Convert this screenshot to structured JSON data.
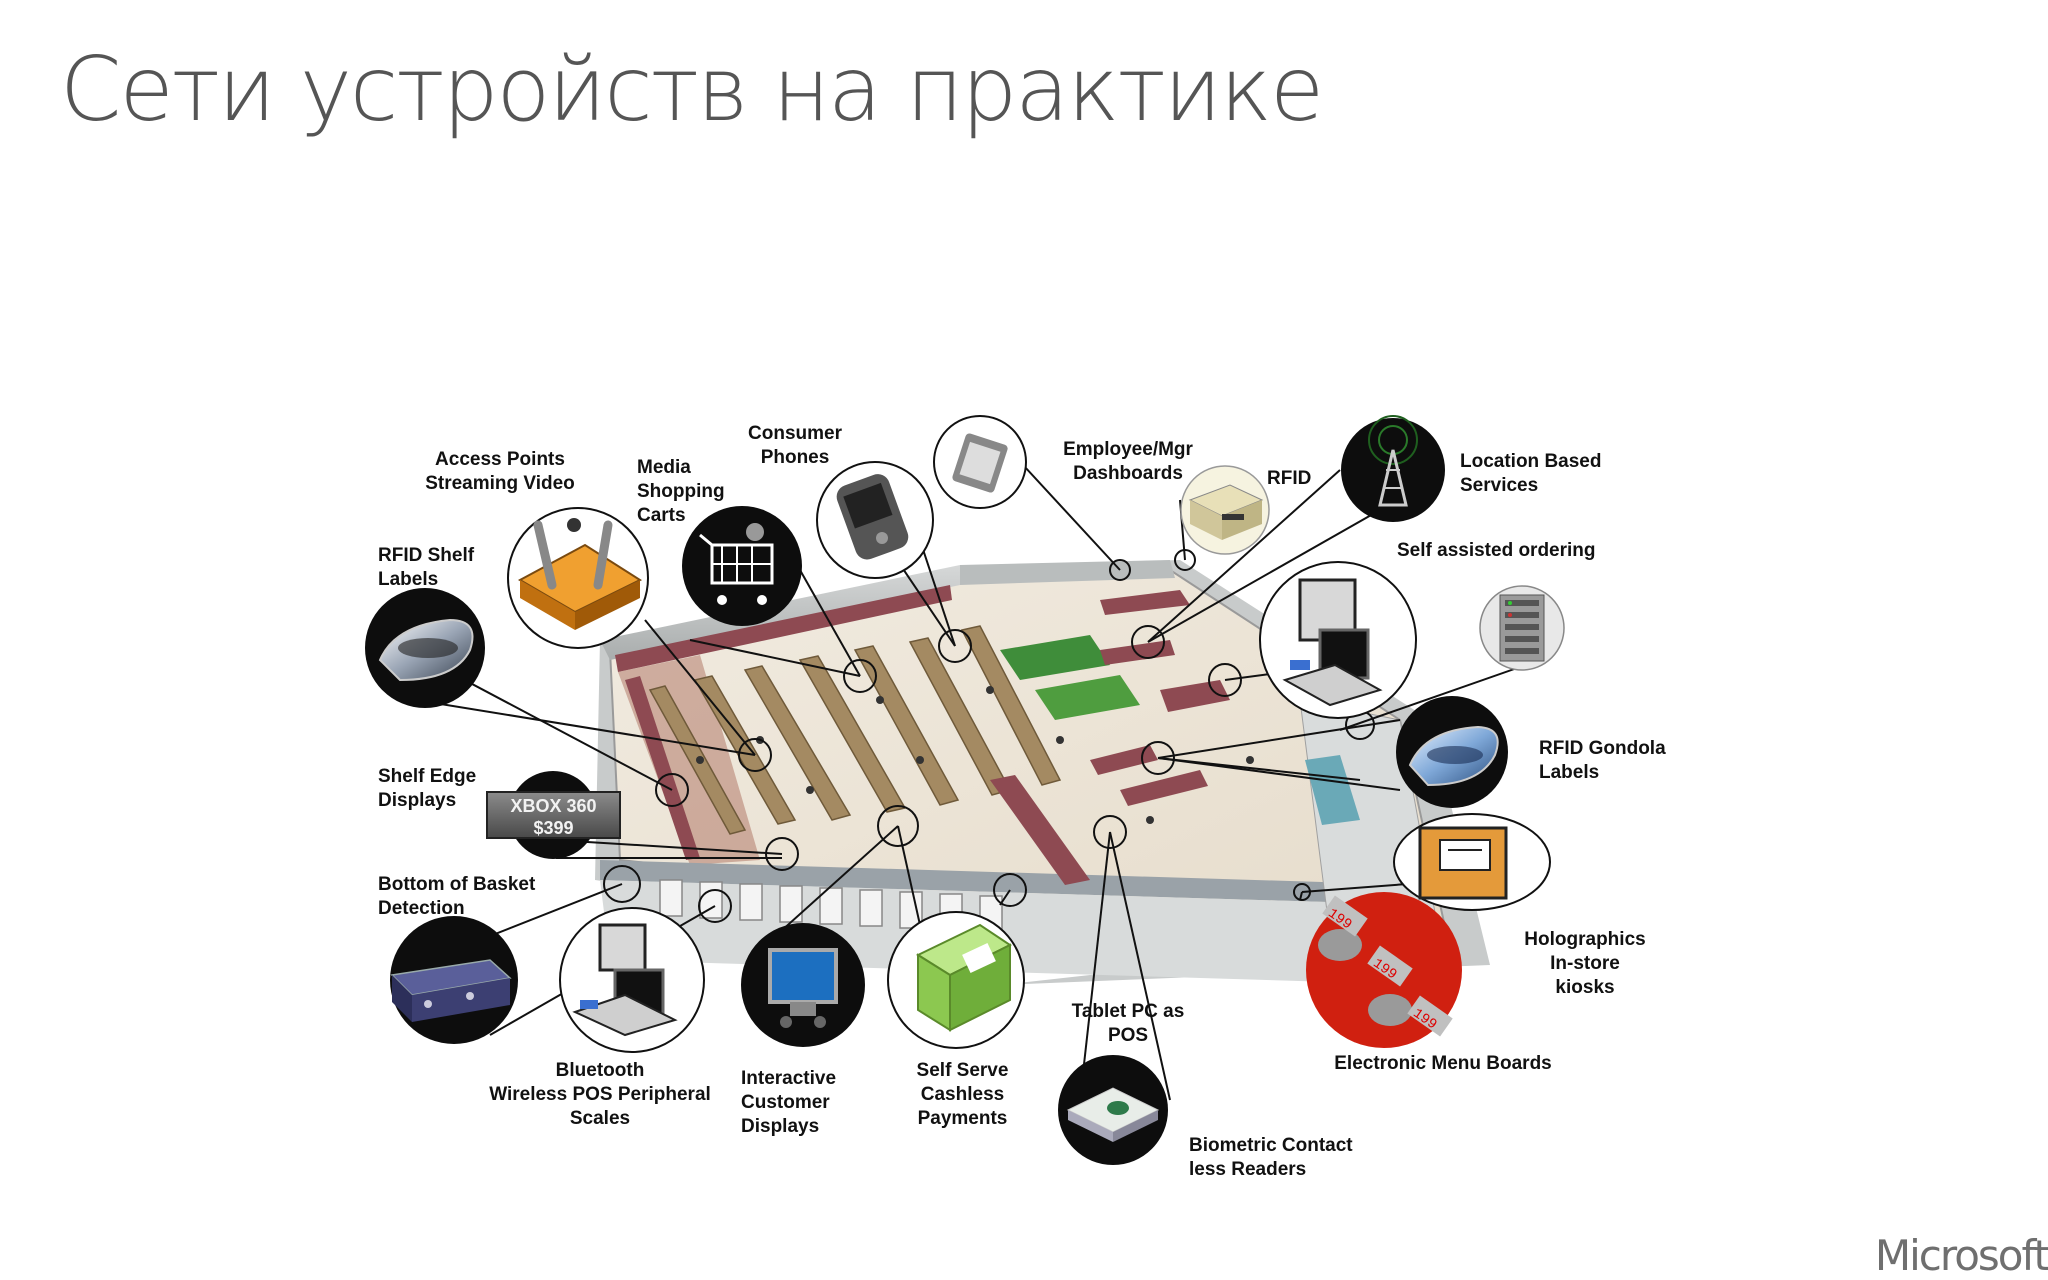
{
  "slide": {
    "title": "Сети устройств на практике",
    "brand": "Microsoft"
  },
  "diagram": {
    "labels": {
      "access_points": "Access Points\nStreaming Video",
      "media_carts": "Media\nShopping\nCarts",
      "consumer_phones": "Consumer\nPhones",
      "employee_dashboards": "Employee/Mgr\nDashboards",
      "rfid": "RFID",
      "location_services": "Location Based\nServices",
      "self_ordering": "Self assisted ordering",
      "rfid_shelf": "RFID Shelf\nLabels",
      "rfid_gondola": "RFID Gondola\nLabels",
      "shelf_edge": "Shelf Edge\nDisplays",
      "bottom_basket": "Bottom of Basket\nDetection",
      "holographics": "Holographics\nIn-store\nkiosks",
      "electronic_menu": "Electronic Menu Boards",
      "bluetooth": "Bluetooth\nWireless POS Peripheral\nScales",
      "interactive_displays": "Interactive\nCustomer\nDisplays",
      "self_serve": "Self Serve\nCashless\nPayments",
      "tablet_pos": "Tablet  PC as\nPOS",
      "biometric": "Biometric Contact\nless Readers"
    },
    "price_tag": "XBOX 360\n$399",
    "menu_board_prices": [
      "199",
      "199",
      "199"
    ],
    "icons": [
      "router-icon",
      "shopping-cart-icon",
      "phone-icon",
      "clipboard-icon",
      "printer-icon",
      "cell-tower-icon",
      "kiosk-icon",
      "server-rack-icon",
      "rfid-tag-icon",
      "receiver-icon",
      "pos-terminal-icon",
      "monitor-icon",
      "payment-kiosk-icon",
      "fingerprint-reader-icon",
      "holographic-kiosk-icon",
      "menu-board-icon"
    ]
  }
}
